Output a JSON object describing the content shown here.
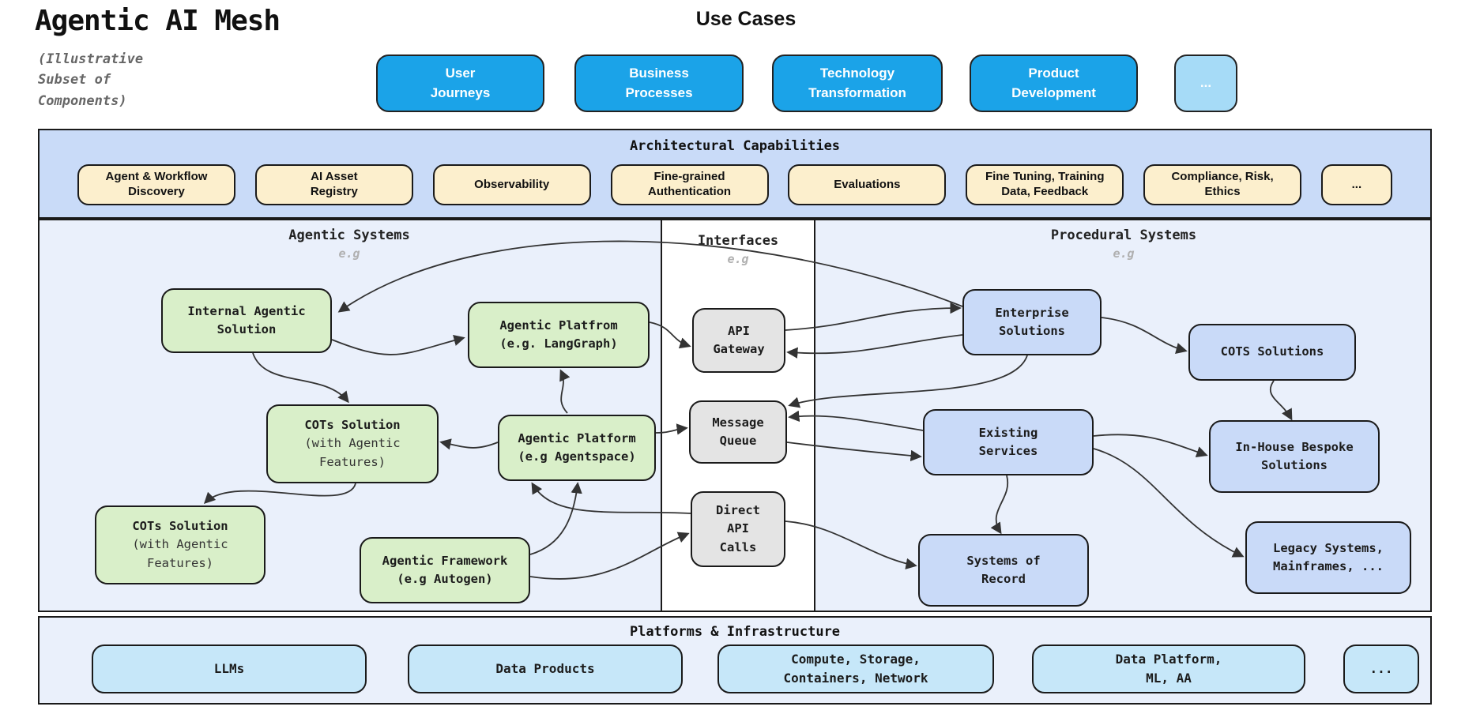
{
  "header": {
    "title": "Agentic AI Mesh",
    "subtitle": "(Illustrative\nSubset of\nComponents)"
  },
  "use_cases": {
    "heading": "Use Cases",
    "buttons": [
      {
        "id": "user-journeys",
        "lines": [
          "User",
          "Journeys"
        ],
        "variant": "solid"
      },
      {
        "id": "business-processes",
        "lines": [
          "Business",
          "Processes"
        ],
        "variant": "solid"
      },
      {
        "id": "technology-transformation",
        "lines": [
          "Technology",
          "Transformation"
        ],
        "variant": "solid"
      },
      {
        "id": "product-development",
        "lines": [
          "Product",
          "Development"
        ],
        "variant": "solid"
      },
      {
        "id": "more-use-cases",
        "lines": [
          "..."
        ],
        "variant": "light"
      }
    ]
  },
  "capabilities": {
    "heading": "Architectural Capabilities",
    "pills": [
      {
        "id": "agent-workflow-discovery",
        "lines": [
          "Agent & Workflow",
          "Discovery"
        ]
      },
      {
        "id": "ai-asset-registry",
        "lines": [
          "AI Asset",
          "Registry"
        ]
      },
      {
        "id": "observability",
        "lines": [
          "Observability"
        ]
      },
      {
        "id": "fine-grained-authentication",
        "lines": [
          "Fine-grained",
          "Authentication"
        ]
      },
      {
        "id": "evaluations",
        "lines": [
          "Evaluations"
        ]
      },
      {
        "id": "fine-tuning-training-data-feedback",
        "lines": [
          "Fine Tuning, Training",
          "Data, Feedback"
        ]
      },
      {
        "id": "compliance-risk-ethics",
        "lines": [
          "Compliance, Risk,",
          "Ethics"
        ]
      },
      {
        "id": "more-capabilities",
        "lines": [
          "..."
        ]
      }
    ]
  },
  "columns": [
    {
      "id": "agentic-systems",
      "title": "Agentic Systems",
      "subtitle": "e.g"
    },
    {
      "id": "interfaces",
      "title": "Interfaces",
      "subtitle": "e.g"
    },
    {
      "id": "procedural-systems",
      "title": "Procedural Systems",
      "subtitle": "e.g"
    }
  ],
  "nodes": [
    {
      "id": "internal-agentic-solution",
      "group": "green",
      "lines": [
        {
          "t": "Internal Agentic"
        },
        {
          "t": "Solution"
        }
      ]
    },
    {
      "id": "agentic-platform-langgraph",
      "group": "green",
      "lines": [
        {
          "t": "Agentic Platfrom"
        },
        {
          "t": "(e.g. LangGraph)"
        }
      ]
    },
    {
      "id": "cots-solution-upper",
      "group": "green",
      "lines": [
        {
          "t": "COTs Solution"
        },
        {
          "t": "(with Agentic",
          "plain": true
        },
        {
          "t": "Features)",
          "plain": true
        }
      ]
    },
    {
      "id": "agentic-platform-agentspace",
      "group": "green",
      "lines": [
        {
          "t": "Agentic Platform"
        },
        {
          "t": "(e.g Agentspace)"
        }
      ]
    },
    {
      "id": "cots-solution-lower",
      "group": "green",
      "lines": [
        {
          "t": "COTs Solution"
        },
        {
          "t": "(with Agentic",
          "plain": true
        },
        {
          "t": "Features)",
          "plain": true
        }
      ]
    },
    {
      "id": "agentic-framework-autogen",
      "group": "green",
      "lines": [
        {
          "t": "Agentic Framework"
        },
        {
          "t": "(e.g Autogen)"
        }
      ]
    },
    {
      "id": "api-gateway",
      "group": "gray",
      "lines": [
        {
          "t": "API"
        },
        {
          "t": "Gateway"
        }
      ]
    },
    {
      "id": "message-queue",
      "group": "gray",
      "lines": [
        {
          "t": "Message"
        },
        {
          "t": "Queue"
        }
      ]
    },
    {
      "id": "direct-api-calls",
      "group": "gray",
      "lines": [
        {
          "t": "Direct"
        },
        {
          "t": "API"
        },
        {
          "t": "Calls"
        }
      ]
    },
    {
      "id": "enterprise-solutions",
      "group": "blue",
      "lines": [
        {
          "t": "Enterprise"
        },
        {
          "t": "Solutions"
        }
      ]
    },
    {
      "id": "cots-solutions",
      "group": "blue",
      "lines": [
        {
          "t": "COTS Solutions"
        }
      ]
    },
    {
      "id": "existing-services",
      "group": "blue",
      "lines": [
        {
          "t": "Existing"
        },
        {
          "t": "Services"
        }
      ]
    },
    {
      "id": "in-house-bespoke-solutions",
      "group": "blue",
      "lines": [
        {
          "t": "In-House Bespoke"
        },
        {
          "t": "Solutions"
        }
      ]
    },
    {
      "id": "systems-of-record",
      "group": "blue",
      "lines": [
        {
          "t": "Systems of"
        },
        {
          "t": "Record"
        }
      ]
    },
    {
      "id": "legacy-systems-mainframes",
      "group": "blue",
      "lines": [
        {
          "t": "Legacy Systems,"
        },
        {
          "t": "Mainframes, ..."
        }
      ]
    }
  ],
  "edges": [
    {
      "from": "enterprise-solutions",
      "to": "internal-agentic-solution"
    },
    {
      "from": "internal-agentic-solution",
      "to": "agentic-platform-langgraph"
    },
    {
      "from": "internal-agentic-solution",
      "to": "cots-solution-upper"
    },
    {
      "from": "agentic-platform-langgraph",
      "to": "api-gateway"
    },
    {
      "from": "agentic-platform-agentspace",
      "to": "agentic-platform-langgraph"
    },
    {
      "from": "agentic-platform-agentspace",
      "to": "cots-solution-upper"
    },
    {
      "from": "cots-solution-upper",
      "to": "cots-solution-lower"
    },
    {
      "from": "agentic-framework-autogen",
      "to": "agentic-platform-agentspace"
    },
    {
      "from": "agentic-platform-agentspace",
      "to": "message-queue"
    },
    {
      "from": "agentic-framework-autogen",
      "to": "direct-api-calls"
    },
    {
      "from": "direct-api-calls",
      "to": "agentic-platform-agentspace"
    },
    {
      "from": "api-gateway",
      "to": "enterprise-solutions"
    },
    {
      "from": "enterprise-solutions",
      "to": "api-gateway"
    },
    {
      "from": "enterprise-solutions",
      "to": "message-queue"
    },
    {
      "from": "existing-services",
      "to": "message-queue"
    },
    {
      "from": "message-queue",
      "to": "existing-services"
    },
    {
      "from": "enterprise-solutions",
      "to": "cots-solutions"
    },
    {
      "from": "cots-solutions",
      "to": "in-house-bespoke-solutions"
    },
    {
      "from": "existing-services",
      "to": "in-house-bespoke-solutions"
    },
    {
      "from": "existing-services",
      "to": "systems-of-record"
    },
    {
      "from": "existing-services",
      "to": "legacy-systems-mainframes"
    },
    {
      "from": "direct-api-calls",
      "to": "systems-of-record"
    }
  ],
  "platforms": {
    "heading": "Platforms & Infrastructure",
    "items": [
      {
        "id": "llms",
        "lines": [
          "LLMs"
        ]
      },
      {
        "id": "data-products",
        "lines": [
          "Data Products"
        ]
      },
      {
        "id": "compute-storage-containers-network",
        "lines": [
          "Compute, Storage,",
          "Containers, Network"
        ]
      },
      {
        "id": "data-platform-ml-aa",
        "lines": [
          "Data Platform,",
          "ML, AA"
        ]
      },
      {
        "id": "more-platforms",
        "lines": [
          "..."
        ]
      }
    ]
  },
  "colors": {
    "use_case_blue": "#1ba3e8",
    "use_case_light": "#a6dbf7",
    "capabilities_band": "#c9dbf8",
    "capability_pill": "#fcefcd",
    "section_bg": "#eaf0fb",
    "interfaces_bg": "#ffffff",
    "agentic_node": "#d9efc9",
    "interface_node": "#e4e4e4",
    "procedural_node": "#c9daf8",
    "platform_node": "#c6e7f9",
    "border": "#1a1a1a",
    "arrow": "#333333"
  }
}
